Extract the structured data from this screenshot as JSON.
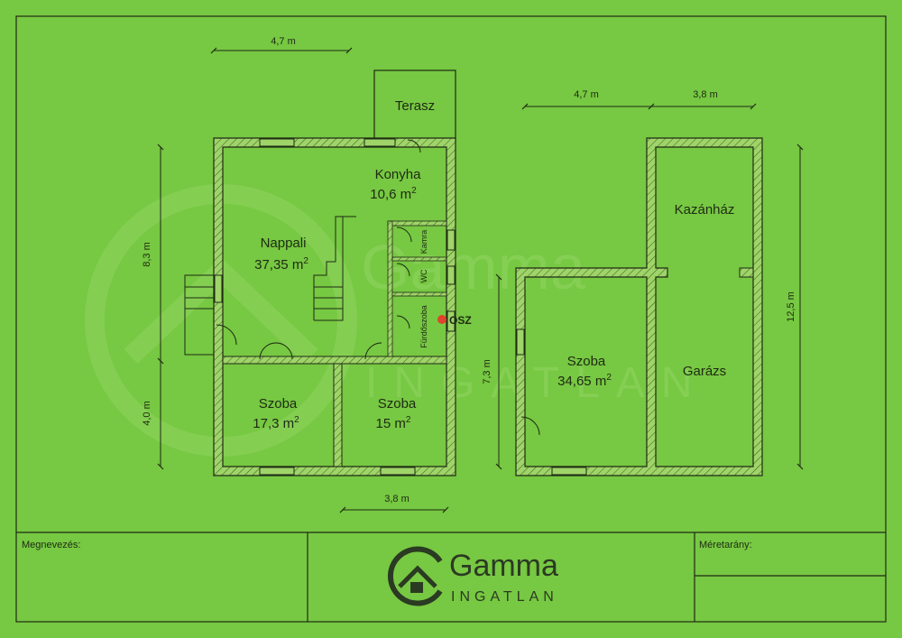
{
  "plan_left": {
    "rooms": [
      {
        "name": "Terasz"
      },
      {
        "name": "Konyha",
        "area": "10,6 m",
        "sup": "2"
      },
      {
        "name": "Nappali",
        "area": "37,35 m",
        "sup": "2"
      },
      {
        "name": "Szoba",
        "area": "17,3 m",
        "sup": "2"
      },
      {
        "name": "Szoba",
        "area": "15 m",
        "sup": "2"
      }
    ],
    "small_rooms": [
      "Kamra",
      "WC",
      "Fürdőszoba"
    ],
    "dims": {
      "top": "4,7 m",
      "left_upper": "8,3 m",
      "left_lower": "4,0 m",
      "bottom": "3,8 m"
    }
  },
  "plan_right": {
    "rooms": [
      {
        "name": "Kazánház"
      },
      {
        "name": "Garázs"
      },
      {
        "name": "Szoba",
        "area": "34,65 m",
        "sup": "2"
      }
    ],
    "dims": {
      "top_left": "4,7 m",
      "top_right": "3,8 m",
      "left": "7,3 m",
      "right": "12,5 m"
    }
  },
  "overlay_text": "OSZ",
  "title_block": {
    "name_label": "Megnevezés:",
    "scale_label": "Méretarány:",
    "logo_title": "Gamma",
    "logo_subtitle": "INGATLAN"
  },
  "watermark": {
    "title": "Gamma",
    "subtitle": "INGATLAN"
  },
  "colors": {
    "background": "#77c842",
    "wall": "#1e2a14",
    "wall_fill": "#a7d66f",
    "logo": "#2b3a22"
  }
}
